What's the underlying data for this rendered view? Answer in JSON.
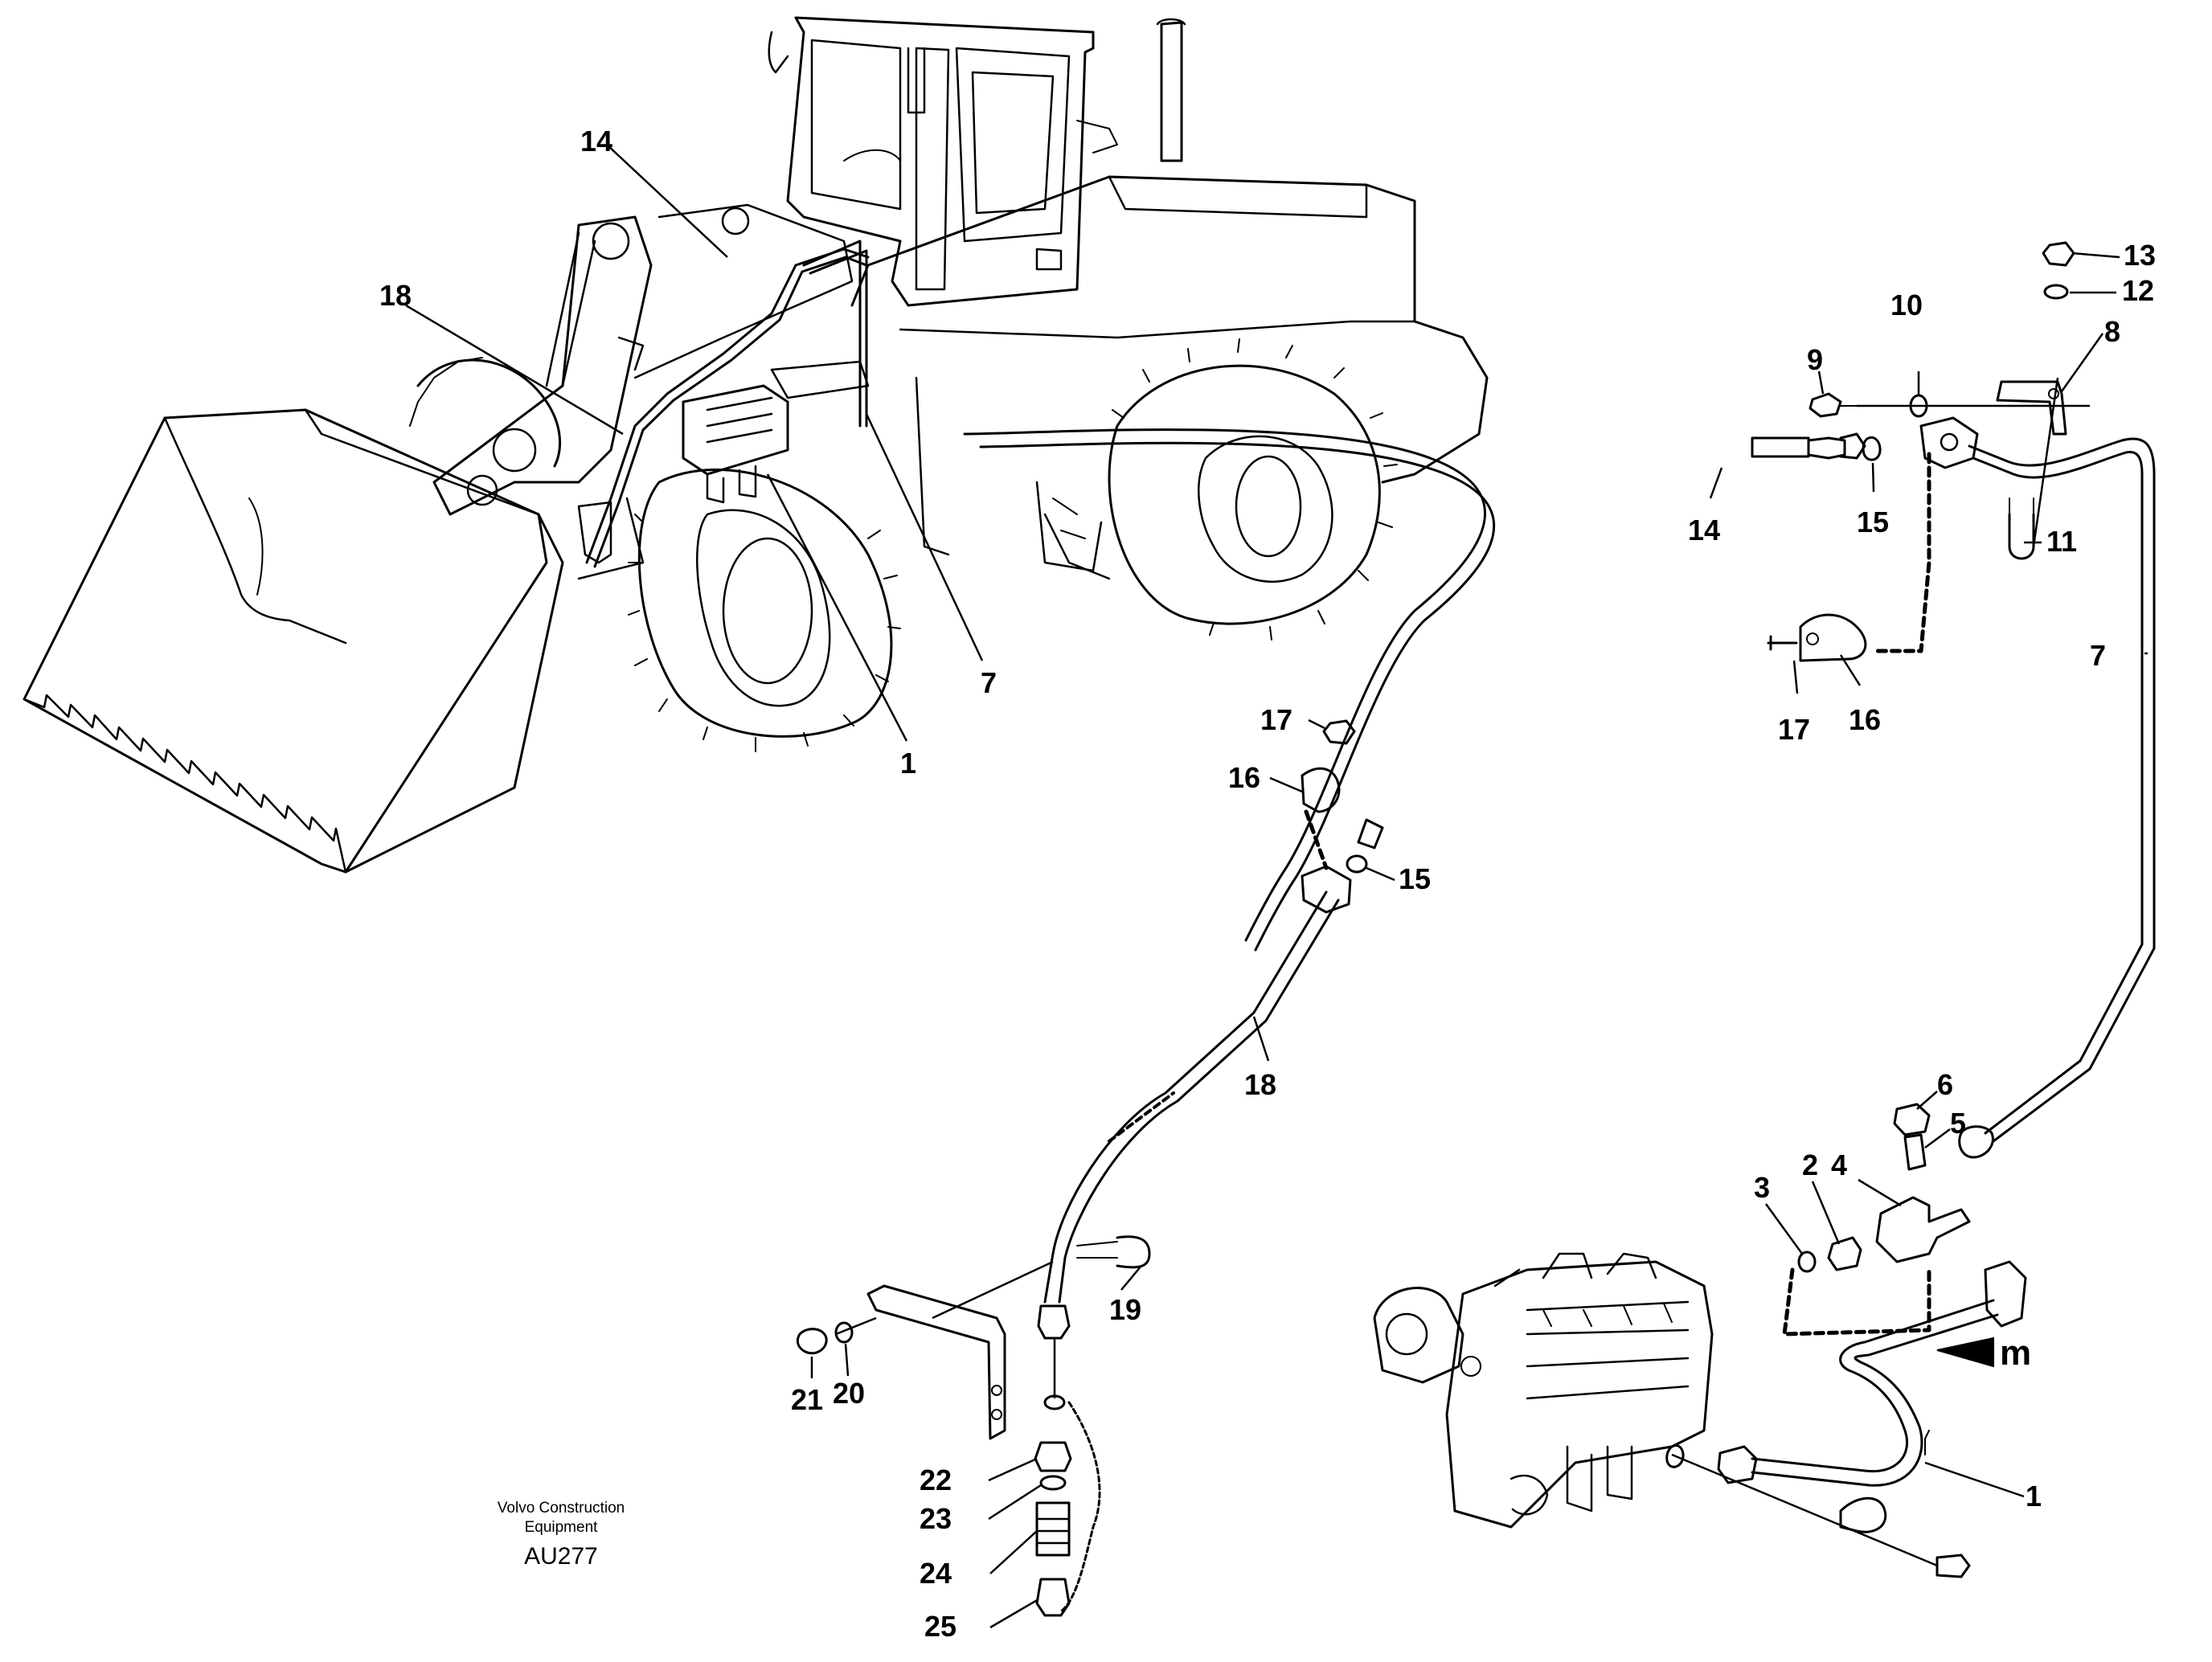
{
  "credit": {
    "line1": "Volvo Construction",
    "line2": "Equipment",
    "drawing_code": "AU277"
  },
  "view_marker": "m",
  "part_labels": {
    "loader": {
      "p14": "14",
      "p18": "18",
      "p7": "7",
      "p1": "1"
    },
    "upper": {
      "p9": "9",
      "p10": "10",
      "p13": "13",
      "p12": "12",
      "p8": "8",
      "p14": "14",
      "p15": "15",
      "p11": "11",
      "p17": "17",
      "p16": "16",
      "p7": "7"
    },
    "middle": {
      "p17": "17",
      "p16": "16",
      "p15": "15",
      "p18": "18",
      "p19": "19"
    },
    "lower_left": {
      "p21": "21",
      "p20": "20",
      "p22": "22",
      "p23": "23",
      "p24": "24",
      "p25": "25"
    },
    "lower_right": {
      "p6": "6",
      "p5": "5",
      "p4": "4",
      "p2": "2",
      "p3": "3",
      "p1": "1"
    }
  }
}
